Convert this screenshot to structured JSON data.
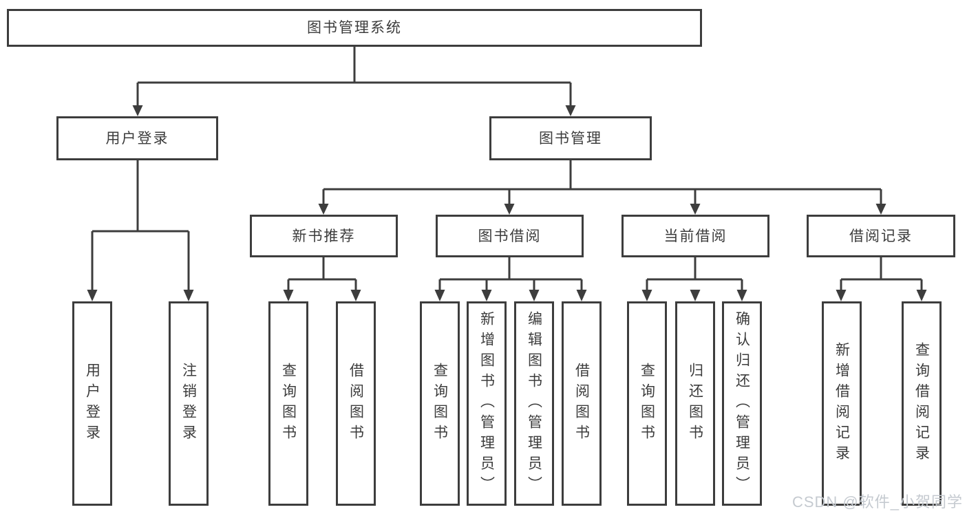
{
  "diagram": {
    "root": {
      "label": "图书管理系统"
    },
    "branches": [
      {
        "label": "用户登录",
        "children": [
          {
            "label": "用户登录"
          },
          {
            "label": "注销登录"
          }
        ]
      },
      {
        "label": "图书管理",
        "children": [
          {
            "label": "新书推荐",
            "children": [
              {
                "label": "查询图书"
              },
              {
                "label": "借阅图书"
              }
            ]
          },
          {
            "label": "图书借阅",
            "children": [
              {
                "label": "查询图书"
              },
              {
                "label": "新增图书（管理员）"
              },
              {
                "label": "编辑图书（管理员）"
              },
              {
                "label": "借阅图书"
              }
            ]
          },
          {
            "label": "当前借阅",
            "children": [
              {
                "label": "查询图书"
              },
              {
                "label": "归还图书"
              },
              {
                "label": "确认归还（管理员）"
              }
            ]
          },
          {
            "label": "借阅记录",
            "children": [
              {
                "label": "新增借阅记录"
              },
              {
                "label": "查询借阅记录"
              }
            ]
          }
        ]
      }
    ]
  },
  "watermark": {
    "text": "CSDN @软件_小贺同学"
  },
  "colors": {
    "line": "#3d3d3d",
    "box_border": "#3d3d3d",
    "box_bg": "#ffffff",
    "text": "#3c3c3c",
    "watermark": "#c5cad0",
    "page_bg": "#ffffff"
  }
}
